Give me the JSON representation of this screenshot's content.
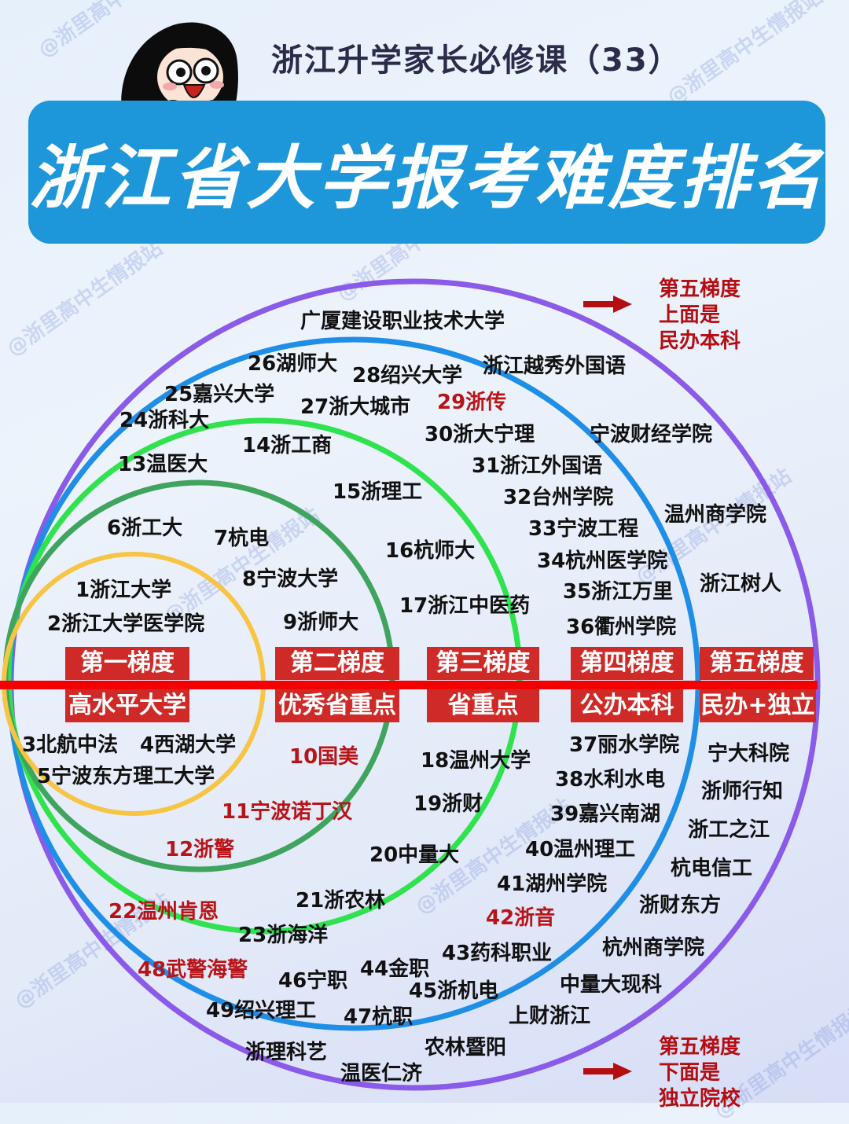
{
  "header": {
    "subtitle": "浙江升学家长必修课（33）",
    "title": "浙江省大学报考难度排名"
  },
  "watermark": "@浙里高中生情报站",
  "colors": {
    "banner": "#1e97da",
    "tier_box": "#cf2a27",
    "divider_line": "#f40000",
    "ring_tier1": "#f7c443",
    "ring_tier2": "#3fa45e",
    "ring_tier3": "#2fe24e",
    "ring_tier4": "#1f8ee6",
    "ring_tier5": "#8a5ae8",
    "highlight_text": "#b81418"
  },
  "tiers": [
    {
      "label": "第一梯度",
      "sub": "高水平大学"
    },
    {
      "label": "第二梯度",
      "sub": "优秀省重点"
    },
    {
      "label": "第三梯度",
      "sub": "省重点"
    },
    {
      "label": "第四梯度",
      "sub": "公办本科"
    },
    {
      "label": "第五梯度",
      "sub": "民办+独立"
    }
  ],
  "notes": {
    "top": "第五梯度\n上面是\n民办本科",
    "bottom": "第五梯度\n下面是\n独立院校"
  },
  "universities": {
    "tier1": [
      "1浙江大学",
      "2浙江大学医学院",
      "3北航中法",
      "4西湖大学",
      "5宁波东方理工大学"
    ],
    "tier2": [
      "6浙工大",
      "7杭电",
      "8宁波大学",
      "9浙师大",
      "10国美",
      "11宁波诺丁汉",
      "12浙警"
    ],
    "tier3": [
      "13温医大",
      "14浙工商",
      "15浙理工",
      "16杭师大",
      "17浙江中医药",
      "18温州大学",
      "19浙财",
      "20中量大",
      "21浙农林",
      "22温州肯恩",
      "23浙海洋"
    ],
    "tier4": [
      "24浙科大",
      "25嘉兴大学",
      "26湖师大",
      "27浙大城市",
      "28绍兴大学",
      "29浙传",
      "30浙大宁理",
      "31浙江外国语",
      "32台州学院",
      "33宁波工程",
      "34杭州医学院",
      "35浙江万里",
      "36衢州学院",
      "37丽水学院",
      "38水利水电",
      "39嘉兴南湖",
      "40温州理工",
      "41湖州学院",
      "42浙音",
      "43药科职业",
      "44金职",
      "45浙机电",
      "46宁职",
      "47杭职",
      "48武警海警",
      "49绍兴理工"
    ],
    "tier5_private": [
      "广厦建设职业技术大学",
      "浙江越秀外国语",
      "宁波财经学院",
      "温州商学院",
      "浙江树人"
    ],
    "tier5_independent": [
      "宁大科院",
      "浙师行知",
      "浙工之江",
      "杭电信工",
      "浙财东方",
      "杭州商学院",
      "中量大现科",
      "上财浙江",
      "农林暨阳",
      "温医仁济",
      "浙理科艺"
    ]
  },
  "chart_data": {
    "type": "nested-circles",
    "title": "浙江省大学报考难度排名",
    "subtitle": "浙江升学家长必修课（33）",
    "rings": [
      {
        "tier": 1,
        "name": "第一梯度",
        "category": "高水平大学",
        "color": "#f7c443",
        "members": [
          "浙江大学",
          "浙江大学医学院",
          "北航中法",
          "西湖大学",
          "宁波东方理工大学"
        ],
        "ranks": [
          1,
          2,
          3,
          4,
          5
        ]
      },
      {
        "tier": 2,
        "name": "第二梯度",
        "category": "优秀省重点",
        "color": "#3fa45e",
        "members": [
          "浙工大",
          "杭电",
          "宁波大学",
          "浙师大",
          "国美",
          "宁波诺丁汉",
          "浙警"
        ],
        "ranks": [
          6,
          7,
          8,
          9,
          10,
          11,
          12
        ]
      },
      {
        "tier": 3,
        "name": "第三梯度",
        "category": "省重点",
        "color": "#2fe24e",
        "members": [
          "温医大",
          "浙工商",
          "浙理工",
          "杭师大",
          "浙江中医药",
          "温州大学",
          "浙财",
          "中量大",
          "浙农林",
          "温州肯恩",
          "浙海洋"
        ],
        "ranks": [
          13,
          14,
          15,
          16,
          17,
          18,
          19,
          20,
          21,
          22,
          23
        ]
      },
      {
        "tier": 4,
        "name": "第四梯度",
        "category": "公办本科",
        "color": "#1f8ee6",
        "members": [
          "浙科大",
          "嘉兴大学",
          "湖师大",
          "浙大城市",
          "绍兴大学",
          "浙传",
          "浙大宁理",
          "浙江外国语",
          "台州学院",
          "宁波工程",
          "杭州医学院",
          "浙江万里",
          "衢州学院",
          "丽水学院",
          "水利水电",
          "嘉兴南湖",
          "温州理工",
          "湖州学院",
          "浙音",
          "药科职业",
          "金职",
          "浙机电",
          "宁职",
          "杭职",
          "武警海警",
          "绍兴理工"
        ],
        "ranks": [
          24,
          25,
          26,
          27,
          28,
          29,
          30,
          31,
          32,
          33,
          34,
          35,
          36,
          37,
          38,
          39,
          40,
          41,
          42,
          43,
          44,
          45,
          46,
          47,
          48,
          49
        ]
      },
      {
        "tier": 5,
        "name": "第五梯度",
        "category": "民办+独立",
        "color": "#8a5ae8",
        "above_line": "民办本科",
        "below_line": "独立院校",
        "members_above": [
          "广厦建设职业技术大学",
          "浙江越秀外国语",
          "宁波财经学院",
          "温州商学院",
          "浙江树人"
        ],
        "members_below": [
          "宁大科院",
          "浙师行知",
          "浙工之江",
          "杭电信工",
          "浙财东方",
          "杭州商学院",
          "中量大现科",
          "上财浙江",
          "农林暨阳",
          "温医仁济",
          "浙理科艺"
        ]
      }
    ],
    "highlighted_red": [
      "10国美",
      "11宁波诺丁汉",
      "12浙警",
      "22温州肯恩",
      "29浙传",
      "42浙音",
      "48武警海警"
    ]
  }
}
